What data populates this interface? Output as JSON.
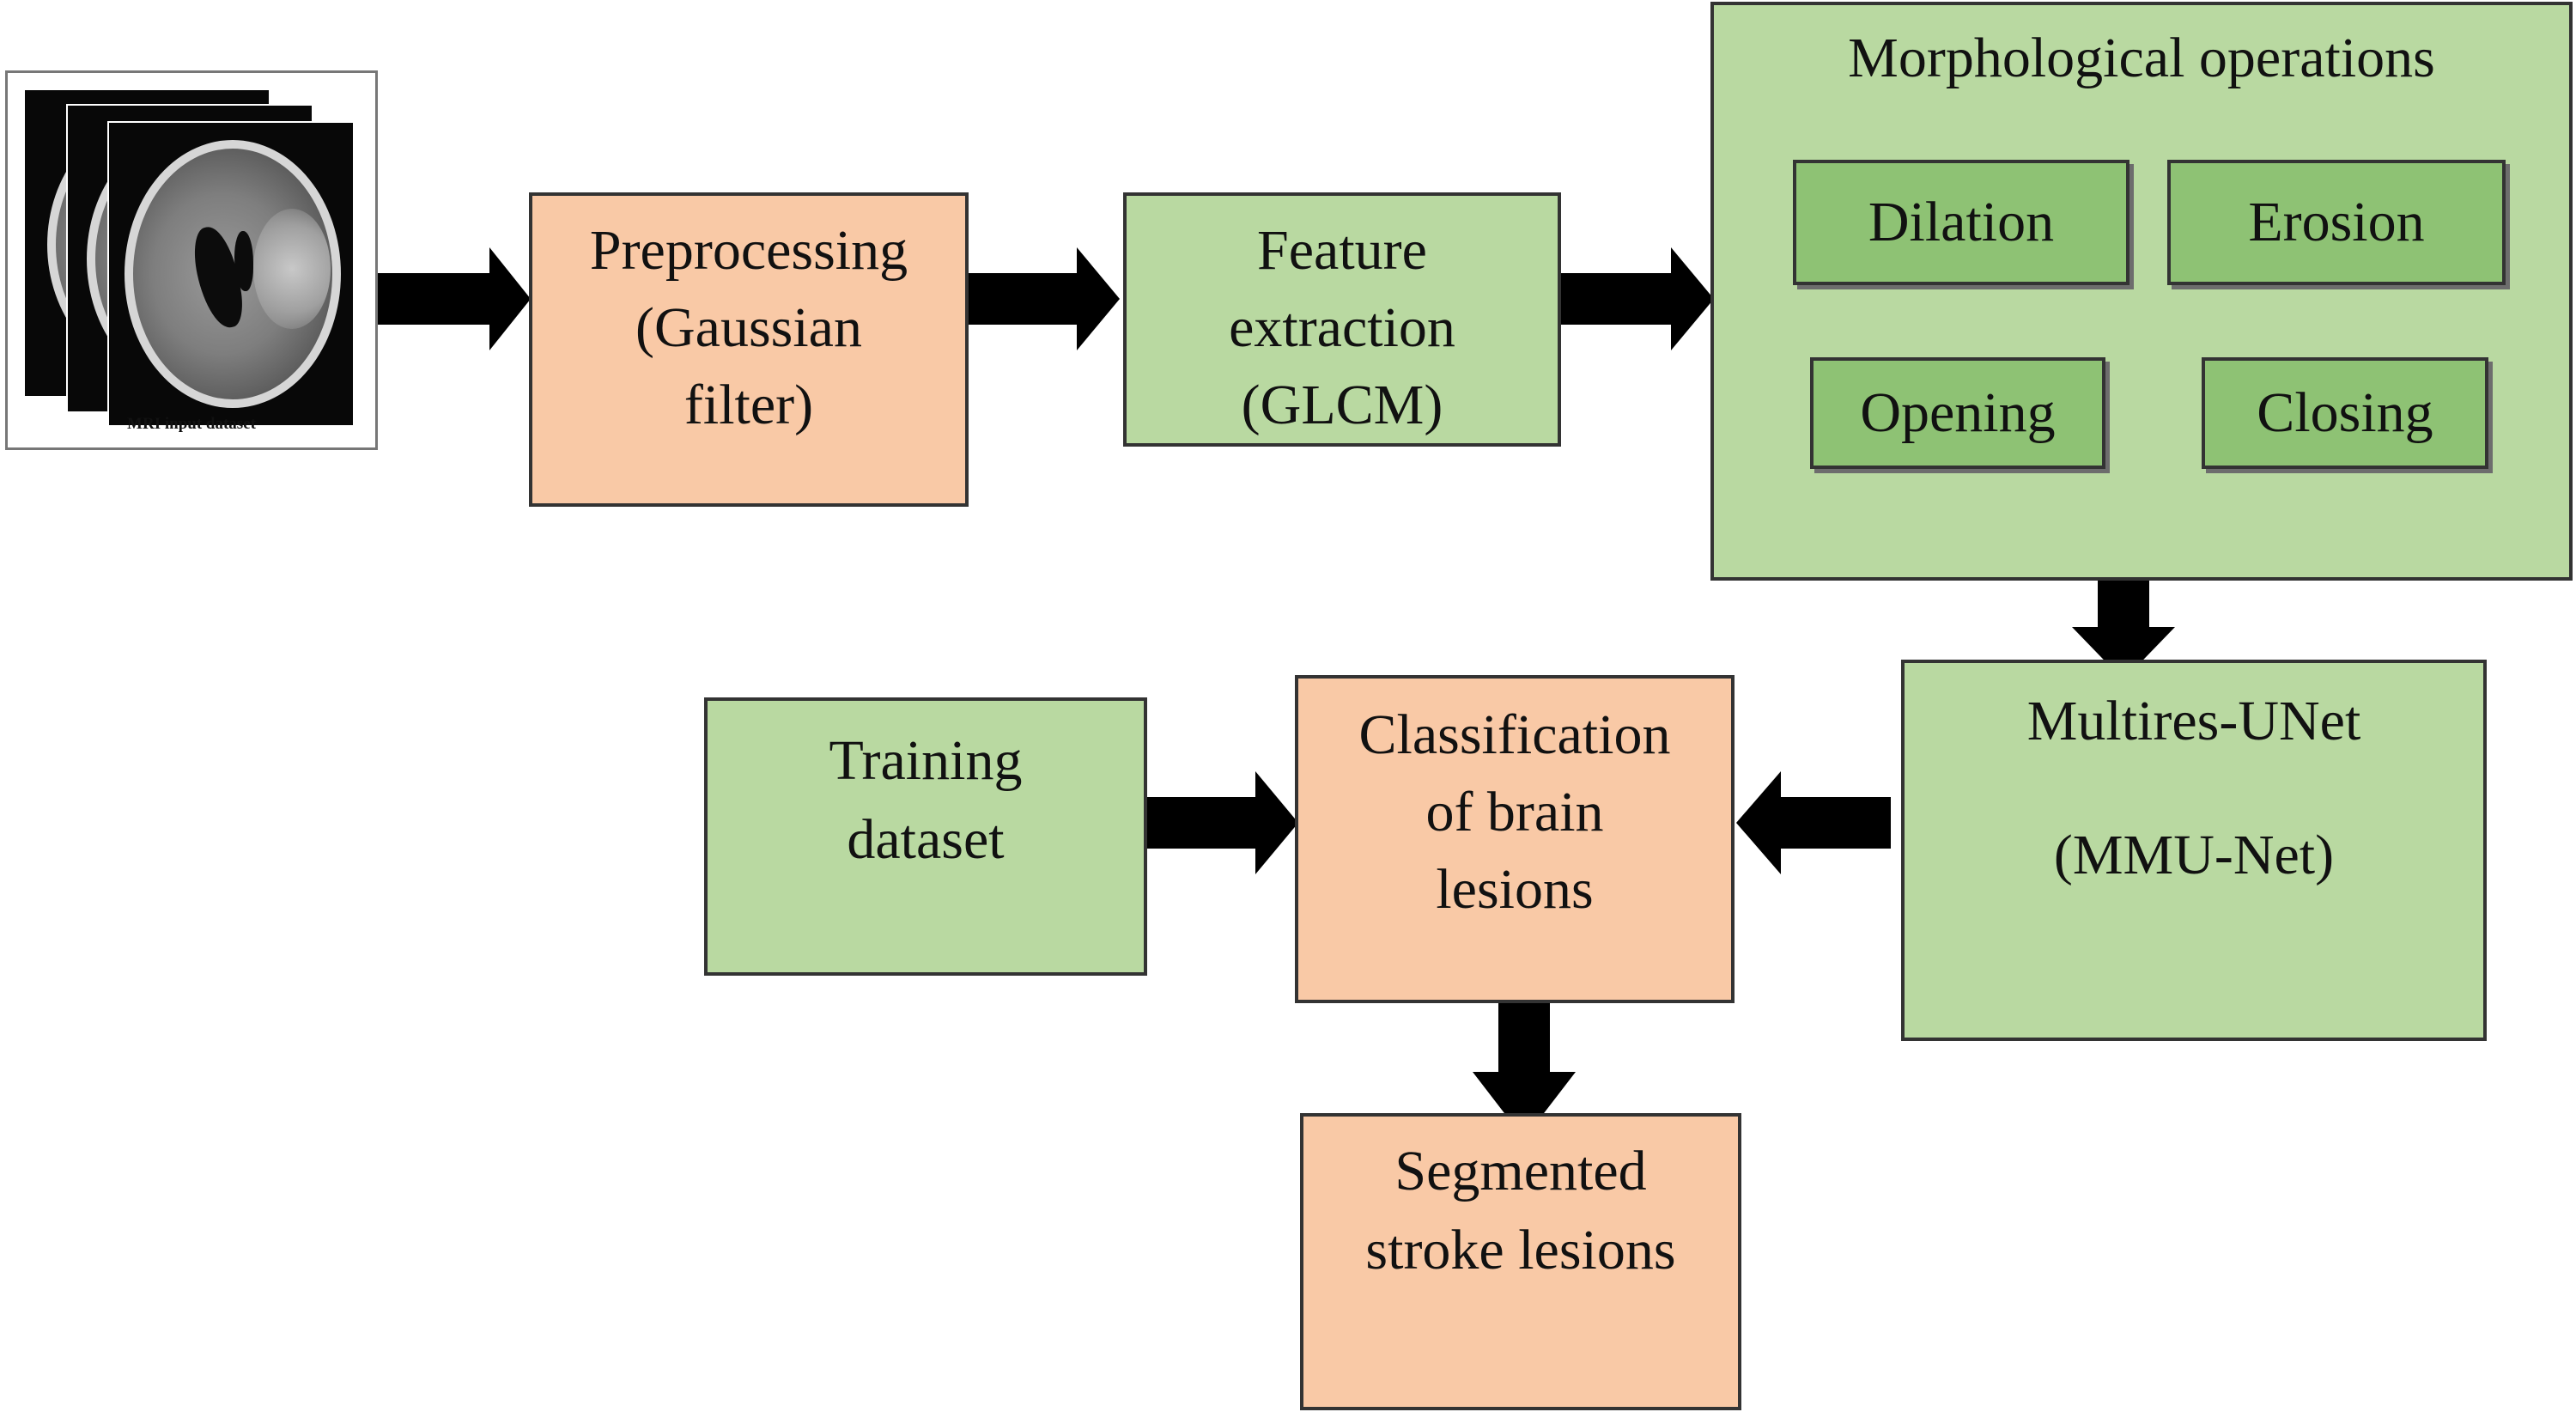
{
  "mri_input": {
    "caption": "MRI input dataset"
  },
  "preprocessing": {
    "lines": [
      "Preprocessing",
      "(Gaussian",
      "filter)"
    ]
  },
  "feature_extraction": {
    "lines": [
      "Feature",
      "extraction",
      "(GLCM)"
    ]
  },
  "morphological": {
    "title": "Morphological operations",
    "ops": [
      "Dilation",
      "Erosion",
      "Opening",
      "Closing"
    ]
  },
  "multires_unet": {
    "lines": [
      "Multires-UNet",
      "(MMU-Net)"
    ]
  },
  "classification": {
    "lines": [
      "Classification",
      "of brain",
      "lesions"
    ]
  },
  "training": {
    "lines": [
      "Training",
      "dataset"
    ]
  },
  "segmented": {
    "lines": [
      "Segmented",
      "stroke lesions"
    ]
  },
  "colors": {
    "orange_box": "#f9c9a6",
    "green_box": "#b9d9a1",
    "inner_box": "#8ec274",
    "arrow": "#000000"
  }
}
